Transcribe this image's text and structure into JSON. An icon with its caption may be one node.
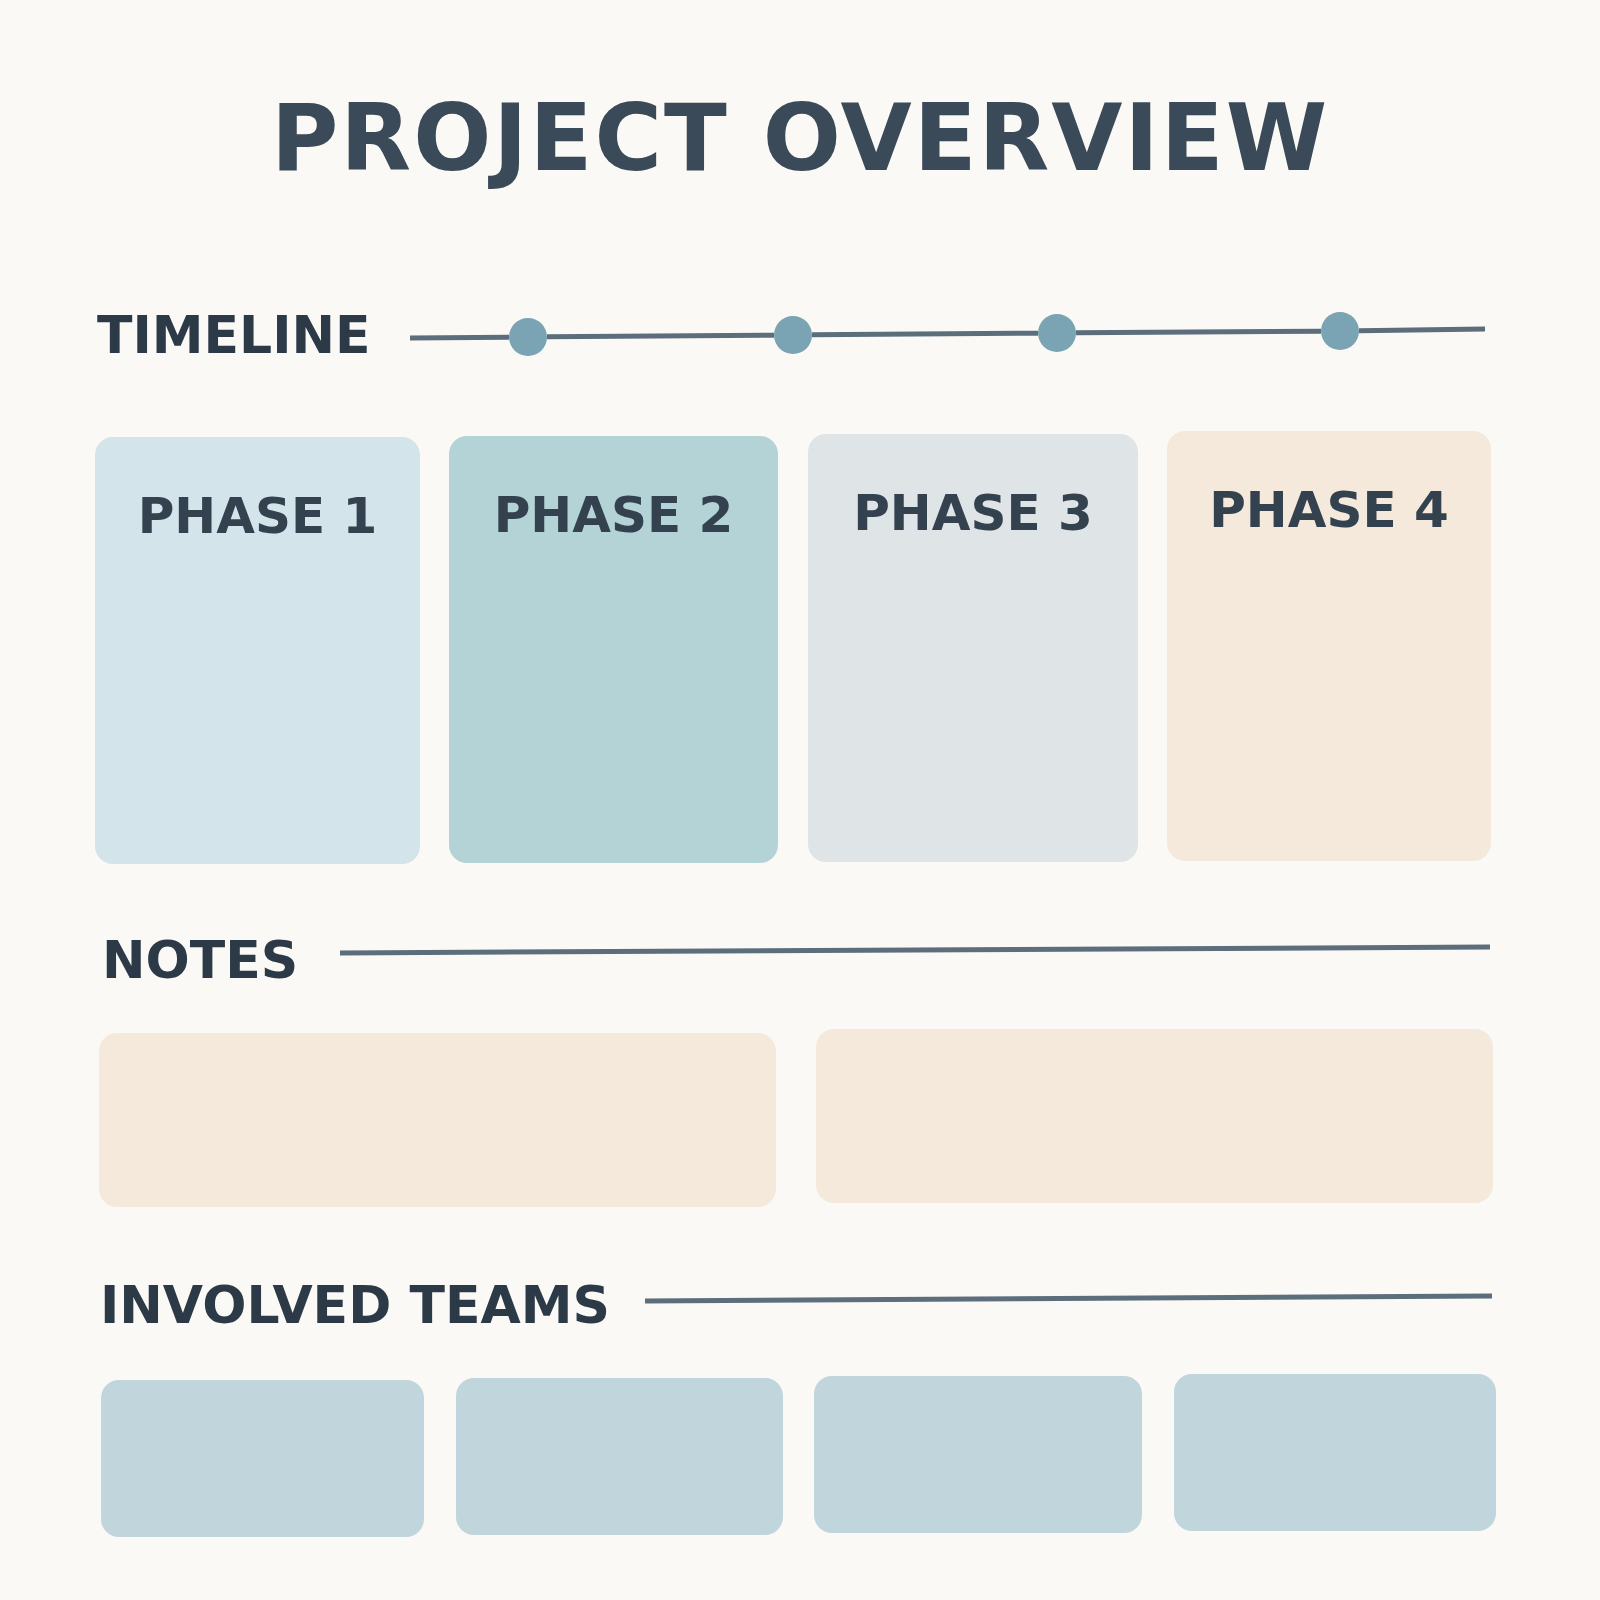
{
  "diagram": {
    "title": "PROJECT OVERVIEW",
    "nodes": [
      {
        "text": [],
        "shape": "circle"
      },
      {
        "text": [],
        "shape": "circle"
      },
      {
        "text": [],
        "shape": "circle"
      },
      {
        "text": [],
        "shape": "circle"
      },
      {
        "text": [
          "PHASE 1"
        ]
      },
      {
        "text": [
          "PHASE 2"
        ]
      },
      {
        "text": [
          "PHASE 3"
        ]
      },
      {
        "text": [
          "PHASE 4"
        ]
      },
      {
        "text": [],
        "shape": "box"
      },
      {
        "text": [],
        "shape": "box"
      },
      {
        "text": [],
        "shape": "box"
      },
      {
        "text": [],
        "shape": "box"
      },
      {
        "text": [],
        "shape": "box"
      },
      {
        "text": [],
        "shape": "box"
      }
    ],
    "edges": [
      {
        "from": null,
        "to": 0,
        "arrow": "none"
      },
      {
        "from": 0,
        "to": 1,
        "arrow": "none"
      },
      {
        "from": 1,
        "to": 2,
        "arrow": "none"
      },
      {
        "from": 2,
        "to": 3,
        "arrow": "none"
      },
      {
        "from": 3,
        "to": null,
        "arrow": "none"
      }
    ],
    "labels": [
      "TIMELINE",
      "NOTES",
      "INVOLVED TEAMS"
    ]
  }
}
